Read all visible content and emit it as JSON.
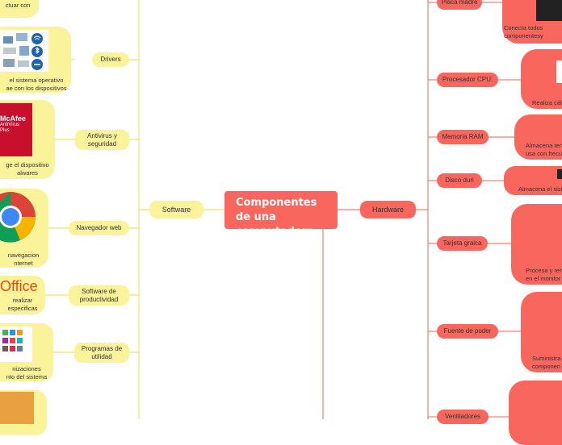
{
  "central": "Componentes de una computadora",
  "software": {
    "label": "Software",
    "children": [
      {
        "label": "Drivers",
        "desc_l1": "el sistema operativo",
        "desc_l2": "ae con los dispositivos"
      },
      {
        "label": "Antivirus y seguridad",
        "desc_l1": "ge el dispositivo",
        "desc_l2": "alwares"
      },
      {
        "label": "Navegador web",
        "desc_l1": "navegacion",
        "desc_l2": "nternet"
      },
      {
        "label": "Software de productividad",
        "desc_l1": "realizar",
        "desc_l2": "especificas"
      },
      {
        "label": "Programas de utilidad",
        "desc_l1": "nizaciones",
        "desc_l2": "nto del sistema"
      }
    ],
    "top_text": "ctuar con"
  },
  "hardware": {
    "label": "Hardware",
    "children": [
      {
        "label": "Placa madre",
        "desc_l1": "Conecta todos",
        "desc_l2": "componentesy"
      },
      {
        "label": "Procesador CPU:",
        "desc_l1": "Realiza cál",
        "desc_l2": ""
      },
      {
        "label": "Memoria RAM",
        "desc_l1": "Almacena ter",
        "desc_l2": "usa con frecu"
      },
      {
        "label": "Disco duri",
        "desc_l1": "Almacena el siste",
        "desc_l2": ""
      },
      {
        "label": "Tarjeta graica",
        "desc_l1": "Procesa y ren",
        "desc_l2": "en el monitor"
      },
      {
        "label": "Fuente de poder",
        "desc_l1": "Suministra",
        "desc_l2": "componen"
      },
      {
        "label": "Ventiladores",
        "desc_l1": "",
        "desc_l2": ""
      }
    ]
  },
  "images": {
    "mcafee_brand": "McAfee",
    "mcafee_product": "AntiVirus Plus",
    "office_brand": "Office"
  },
  "colors": {
    "yellow": "#faf39a",
    "red": "#f8665e",
    "yellow_line": "#f5e060",
    "red_line": "#f08070"
  }
}
